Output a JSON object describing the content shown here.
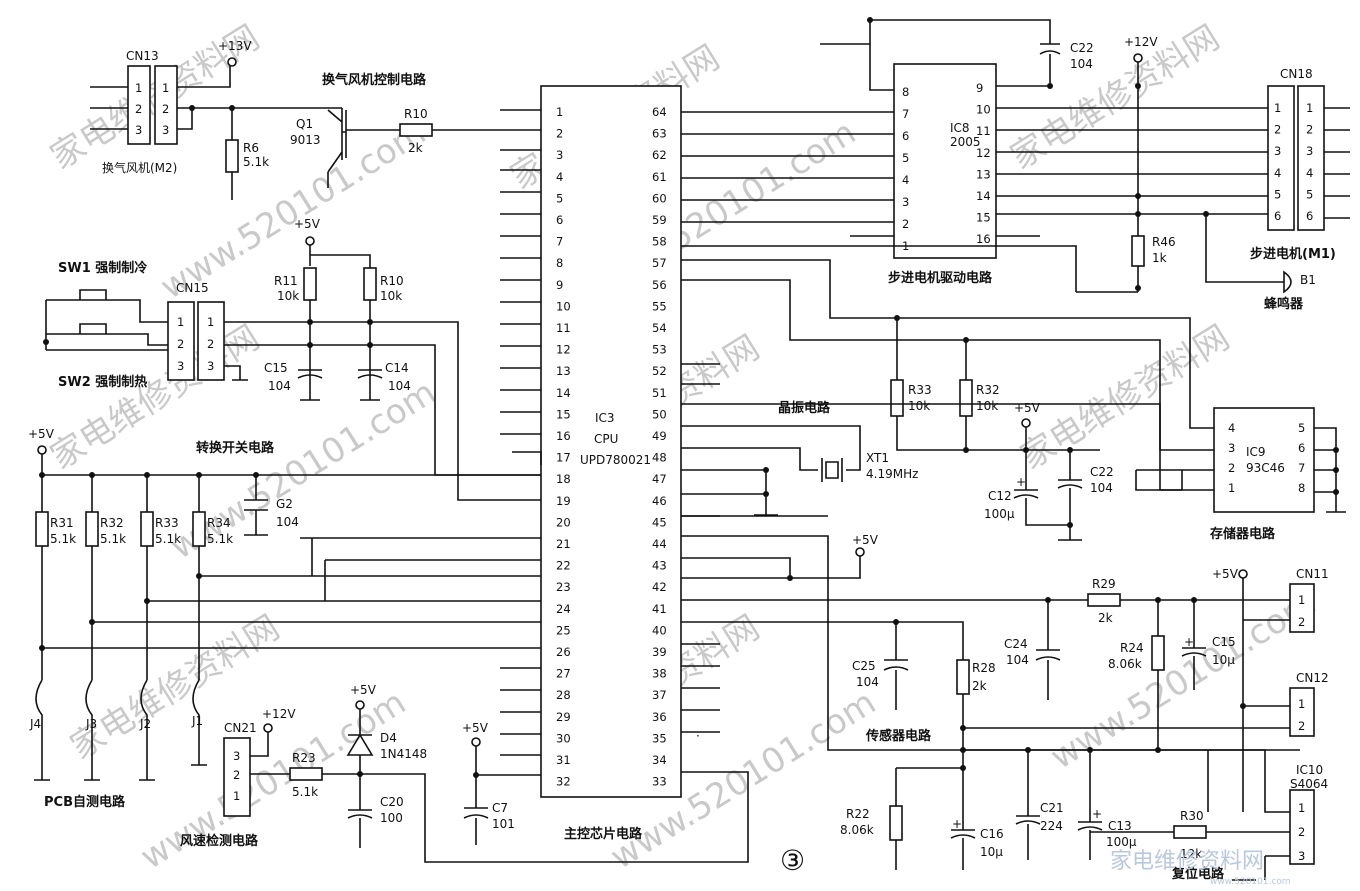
{
  "watermark": {
    "text": "家电维修资料网",
    "url": "www.520101.com",
    "logo_text": "家电维修资料网",
    "logo_url": "www.520101.com"
  },
  "figure_number": "③",
  "sections": {
    "fan_control": "换气风机控制电路",
    "fan_motor": "换气风机(M2)",
    "mode_switch": "转换开关电路",
    "pcb_selftest": "PCB自测电路",
    "wind_speed": "风速检测电路",
    "main_chip": "主控芯片电路",
    "crystal": "晶振电路",
    "stepper_driver": "步进电机驱动电路",
    "stepper_motor": "步进电机(M1)",
    "buzzer": "蜂鸣器",
    "memory": "存储器电路",
    "sensor": "传感器电路",
    "reset": "复位电路"
  },
  "switches": {
    "sw1": "SW1 强制制冷",
    "sw2": "SW2 强制制热"
  },
  "power": {
    "p13": "+13V",
    "p12": "+12V",
    "p5": "+5V"
  },
  "connectors": {
    "cn13": "CN13",
    "cn15": "CN15",
    "cn18": "CN18",
    "cn11": "CN11",
    "cn12": "CN12",
    "cn21": "CN21",
    "pins3": [
      "1",
      "2",
      "3"
    ],
    "pins6": [
      "1",
      "2",
      "3",
      "4",
      "5",
      "6"
    ],
    "pins2": [
      "1",
      "2"
    ],
    "cn21_pins": [
      "3",
      "2",
      "1"
    ]
  },
  "ics": {
    "ic3": {
      "ref": "IC3",
      "name": "CPU",
      "part": "UPD780021"
    },
    "ic8": {
      "ref": "IC8",
      "part": "2005",
      "left_pins": [
        "8",
        "7",
        "6",
        "5",
        "4",
        "3",
        "2",
        "1"
      ],
      "right_pins": [
        "9",
        "10",
        "11",
        "12",
        "13",
        "14",
        "15",
        "16"
      ]
    },
    "ic9": {
      "ref": "IC9",
      "part": "93C46",
      "left_pins": [
        "4",
        "3",
        "2",
        "1"
      ],
      "right_pins": [
        "5",
        "6",
        "7",
        "8"
      ]
    },
    "ic10": {
      "ref": "IC10",
      "part": "S4064",
      "pins": [
        "1",
        "2",
        "3"
      ]
    },
    "cpu_left_pins": [
      "1",
      "2",
      "3",
      "4",
      "5",
      "6",
      "7",
      "8",
      "9",
      "10",
      "11",
      "12",
      "13",
      "14",
      "15",
      "16",
      "17",
      "18",
      "19",
      "20",
      "21",
      "22",
      "23",
      "24",
      "25",
      "26",
      "27",
      "28",
      "29",
      "30",
      "31",
      "32"
    ],
    "cpu_right_pins": [
      "64",
      "63",
      "62",
      "61",
      "60",
      "59",
      "58",
      "57",
      "56",
      "55",
      "54",
      "53",
      "52",
      "51",
      "50",
      "49",
      "48",
      "47",
      "46",
      "45",
      "44",
      "43",
      "42",
      "41",
      "40",
      "39",
      "38",
      "37",
      "36",
      "35",
      "34",
      "33"
    ]
  },
  "components": {
    "q1": {
      "ref": "Q1",
      "value": "9013"
    },
    "r10a": {
      "ref": "R10",
      "value": "2k"
    },
    "r6": {
      "ref": "R6",
      "value": "5.1k"
    },
    "r11": {
      "ref": "R11",
      "value": "10k"
    },
    "r10b": {
      "ref": "R10",
      "value": "10k"
    },
    "c15a": {
      "ref": "C15",
      "value": "104"
    },
    "c14": {
      "ref": "C14",
      "value": "104"
    },
    "g2": {
      "ref": "G2",
      "value": "104"
    },
    "r31": {
      "ref": "R31",
      "value": "5.1k"
    },
    "r32a": {
      "ref": "R32",
      "value": "5.1k"
    },
    "r33a": {
      "ref": "R33",
      "value": "5.1k"
    },
    "r34": {
      "ref": "R34",
      "value": "5.1k"
    },
    "jumpers": [
      "J4",
      "J3",
      "J2",
      "J1"
    ],
    "r23": {
      "ref": "R23",
      "value": "5.1k"
    },
    "d4": {
      "ref": "D4",
      "value": "1N4148"
    },
    "c20": {
      "ref": "C20",
      "value": "100"
    },
    "c7": {
      "ref": "C7",
      "value": "101"
    },
    "c22a": {
      "ref": "C22",
      "value": "104"
    },
    "r46": {
      "ref": "R46",
      "value": "1k"
    },
    "b1": {
      "ref": "B1"
    },
    "r33b": {
      "ref": "R33",
      "value": "10k"
    },
    "r32b": {
      "ref": "R32",
      "value": "10k"
    },
    "xt1": {
      "ref": "XT1",
      "value": "4.19MHz"
    },
    "c12": {
      "ref": "C12",
      "value": "100μ"
    },
    "c22b": {
      "ref": "C22",
      "value": "104"
    },
    "r29": {
      "ref": "R29",
      "value": "2k"
    },
    "c24": {
      "ref": "C24",
      "value": "104"
    },
    "r24": {
      "ref": "R24",
      "value": "8.06k"
    },
    "c15b": {
      "ref": "C15",
      "value": "10μ"
    },
    "c25": {
      "ref": "C25",
      "value": "104"
    },
    "r28": {
      "ref": "R28",
      "value": "2k"
    },
    "r22": {
      "ref": "R22",
      "value": "8.06k"
    },
    "c16": {
      "ref": "C16",
      "value": "10μ"
    },
    "c21": {
      "ref": "C21",
      "value": "224"
    },
    "c13": {
      "ref": "C13",
      "value": "100μ"
    },
    "r30": {
      "ref": "R30",
      "value": "12k"
    }
  },
  "mark": {
    "plus": "+",
    "dot": "·"
  }
}
